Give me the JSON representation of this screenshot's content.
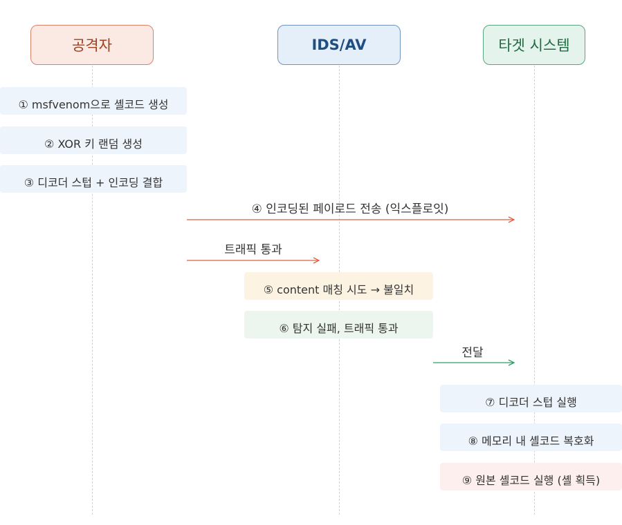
{
  "actors": {
    "attacker": "공격자",
    "ids_av": "IDS/AV",
    "target": "타겟 시스템"
  },
  "steps": {
    "s1": "① msfvenom으로 셸코드 생성",
    "s2": "② XOR 키 랜덤 생성",
    "s3": "③ 디코더 스텁 + 인코딩 결합",
    "s5": "⑤ content 매칭 시도 → 불일치",
    "s6": "⑥ 탐지 실패, 트래픽 통과",
    "s7": "⑦ 디코더 스텁 실행",
    "s8": "⑧ 메모리 내 셸코드 복호화",
    "s9": "⑨ 원본 셸코드 실행 (셸 획득)"
  },
  "messages": {
    "m4": "④ 인코딩된 페이로드 전송 (익스플로잇)",
    "m_traffic": "트래픽 통과",
    "m_deliver": "전달"
  },
  "colors": {
    "attacker_fill": "#fbeae3",
    "attacker_border": "#d9826a",
    "attacker_text": "#a0401e",
    "ids_fill": "#e5effa",
    "ids_border": "#6f94bf",
    "ids_text": "#1f4e82",
    "target_fill": "#e4f4ec",
    "target_border": "#5aa57d",
    "target_text": "#1e6a42",
    "blue_note": "#eef4fc",
    "orange_note": "#fdf3e3",
    "green_note": "#edf6ee",
    "red_note": "#fcefed",
    "red_arrow": "#e0603e",
    "green_arrow": "#2e9c6b"
  }
}
